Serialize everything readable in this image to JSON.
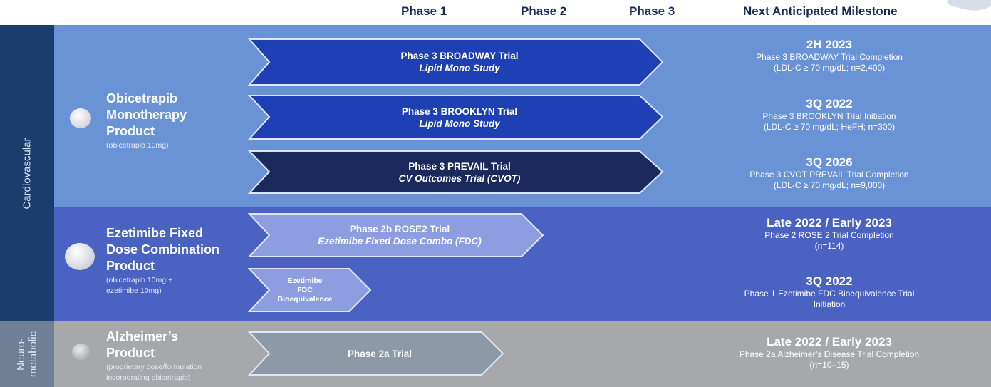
{
  "header": {
    "phase1": "Phase 1",
    "phase2": "Phase 2",
    "phase3": "Phase 3",
    "milestone": "Next Anticipated Milestone"
  },
  "areas": {
    "cardiovascular": "Cardiovascular",
    "neurometabolic_line1": "Neuro-",
    "neurometabolic_line2": "metabolic"
  },
  "products": {
    "mono": {
      "name_l1": "Obicetrapib",
      "name_l2": "Monotherapy",
      "name_l3": "Product",
      "sub_l1": "(obicetrapib 10mg)"
    },
    "fdc": {
      "name_l1": "Ezetimibe Fixed",
      "name_l2": "Dose Combination",
      "name_l3": "Product",
      "sub_l1": "(obicetrapib 10mg +",
      "sub_l2": "ezetimibe 10mg)"
    },
    "alz": {
      "name_l1": "Alzheimer’s",
      "name_l2": "Product",
      "sub_l1": "(proprietary dose/formulation",
      "sub_l2": "incorporating obicetrapib)"
    }
  },
  "trials": {
    "broadway": {
      "line1": "Phase 3 BROADWAY Trial",
      "line2": "Lipid Mono Study",
      "progress_to_phase3_end": 1.0
    },
    "brooklyn": {
      "line1": "Phase 3 BROOKLYN Trial",
      "line2": "Lipid Mono Study",
      "progress_to_phase3_end": 1.0
    },
    "prevail": {
      "line1": "Phase 3 PREVAIL Trial",
      "line2": "CV Outcomes Trial (CVOT)",
      "progress_to_phase3_end": 1.0
    },
    "rose2": {
      "line1": "Phase 2b ROSE2 Trial",
      "line2": "Ezetimibe Fixed Dose Combo (FDC)"
    },
    "bioeq": {
      "line1": "Ezetimibe",
      "line2": "FDC",
      "line3": "Bioequivalence"
    },
    "alz": {
      "line1": "Phase 2a Trial"
    }
  },
  "milestones": {
    "broadway": {
      "date": "2H 2023",
      "l1": "Phase 3 BROADWAY Trial Completion",
      "l2": "(LDL-C ≥ 70 mg/dL; n=2,400)"
    },
    "brooklyn": {
      "date": "3Q 2022",
      "l1": "Phase 3 BROOKLYN Trial Initiation",
      "l2": "(LDL-C ≥ 70 mg/dL; HeFH; n=300)"
    },
    "prevail": {
      "date": "3Q 2026",
      "l1": "Phase 3 CVOT PREVAIL Trial Completion",
      "l2": "(LDL-C ≥ 70 mg/dL; n=9,000)"
    },
    "rose2": {
      "date": "Late 2022 / Early 2023",
      "l1": "Phase 2 ROSE 2 Trial Completion",
      "l2": "(n=114)"
    },
    "bioeq": {
      "date": "3Q 2022",
      "l1": "Phase 1 Ezetimibe FDC Bioequivalence Trial",
      "l2": "Initiation"
    },
    "alz": {
      "date": "Late 2022 / Early 2023",
      "l1": "Phase 2a Alzheimer’s Disease Trial Completion",
      "l2": "(n=10–15)"
    }
  },
  "colors": {
    "cv_side": "#1b3d6e",
    "cv_mono_band": "#6a93d6",
    "cv_fdc_band": "#4a63c2",
    "neuro_side": "#6f7f95",
    "neuro_band": "#a7a8ab",
    "arrow_broadway": "#1f3fb4",
    "arrow_prevail": "#1a2a5c",
    "arrow_rose": "#8c9ee0",
    "arrow_alz": "#8d9aa6",
    "header_text": "#1a2a55"
  }
}
